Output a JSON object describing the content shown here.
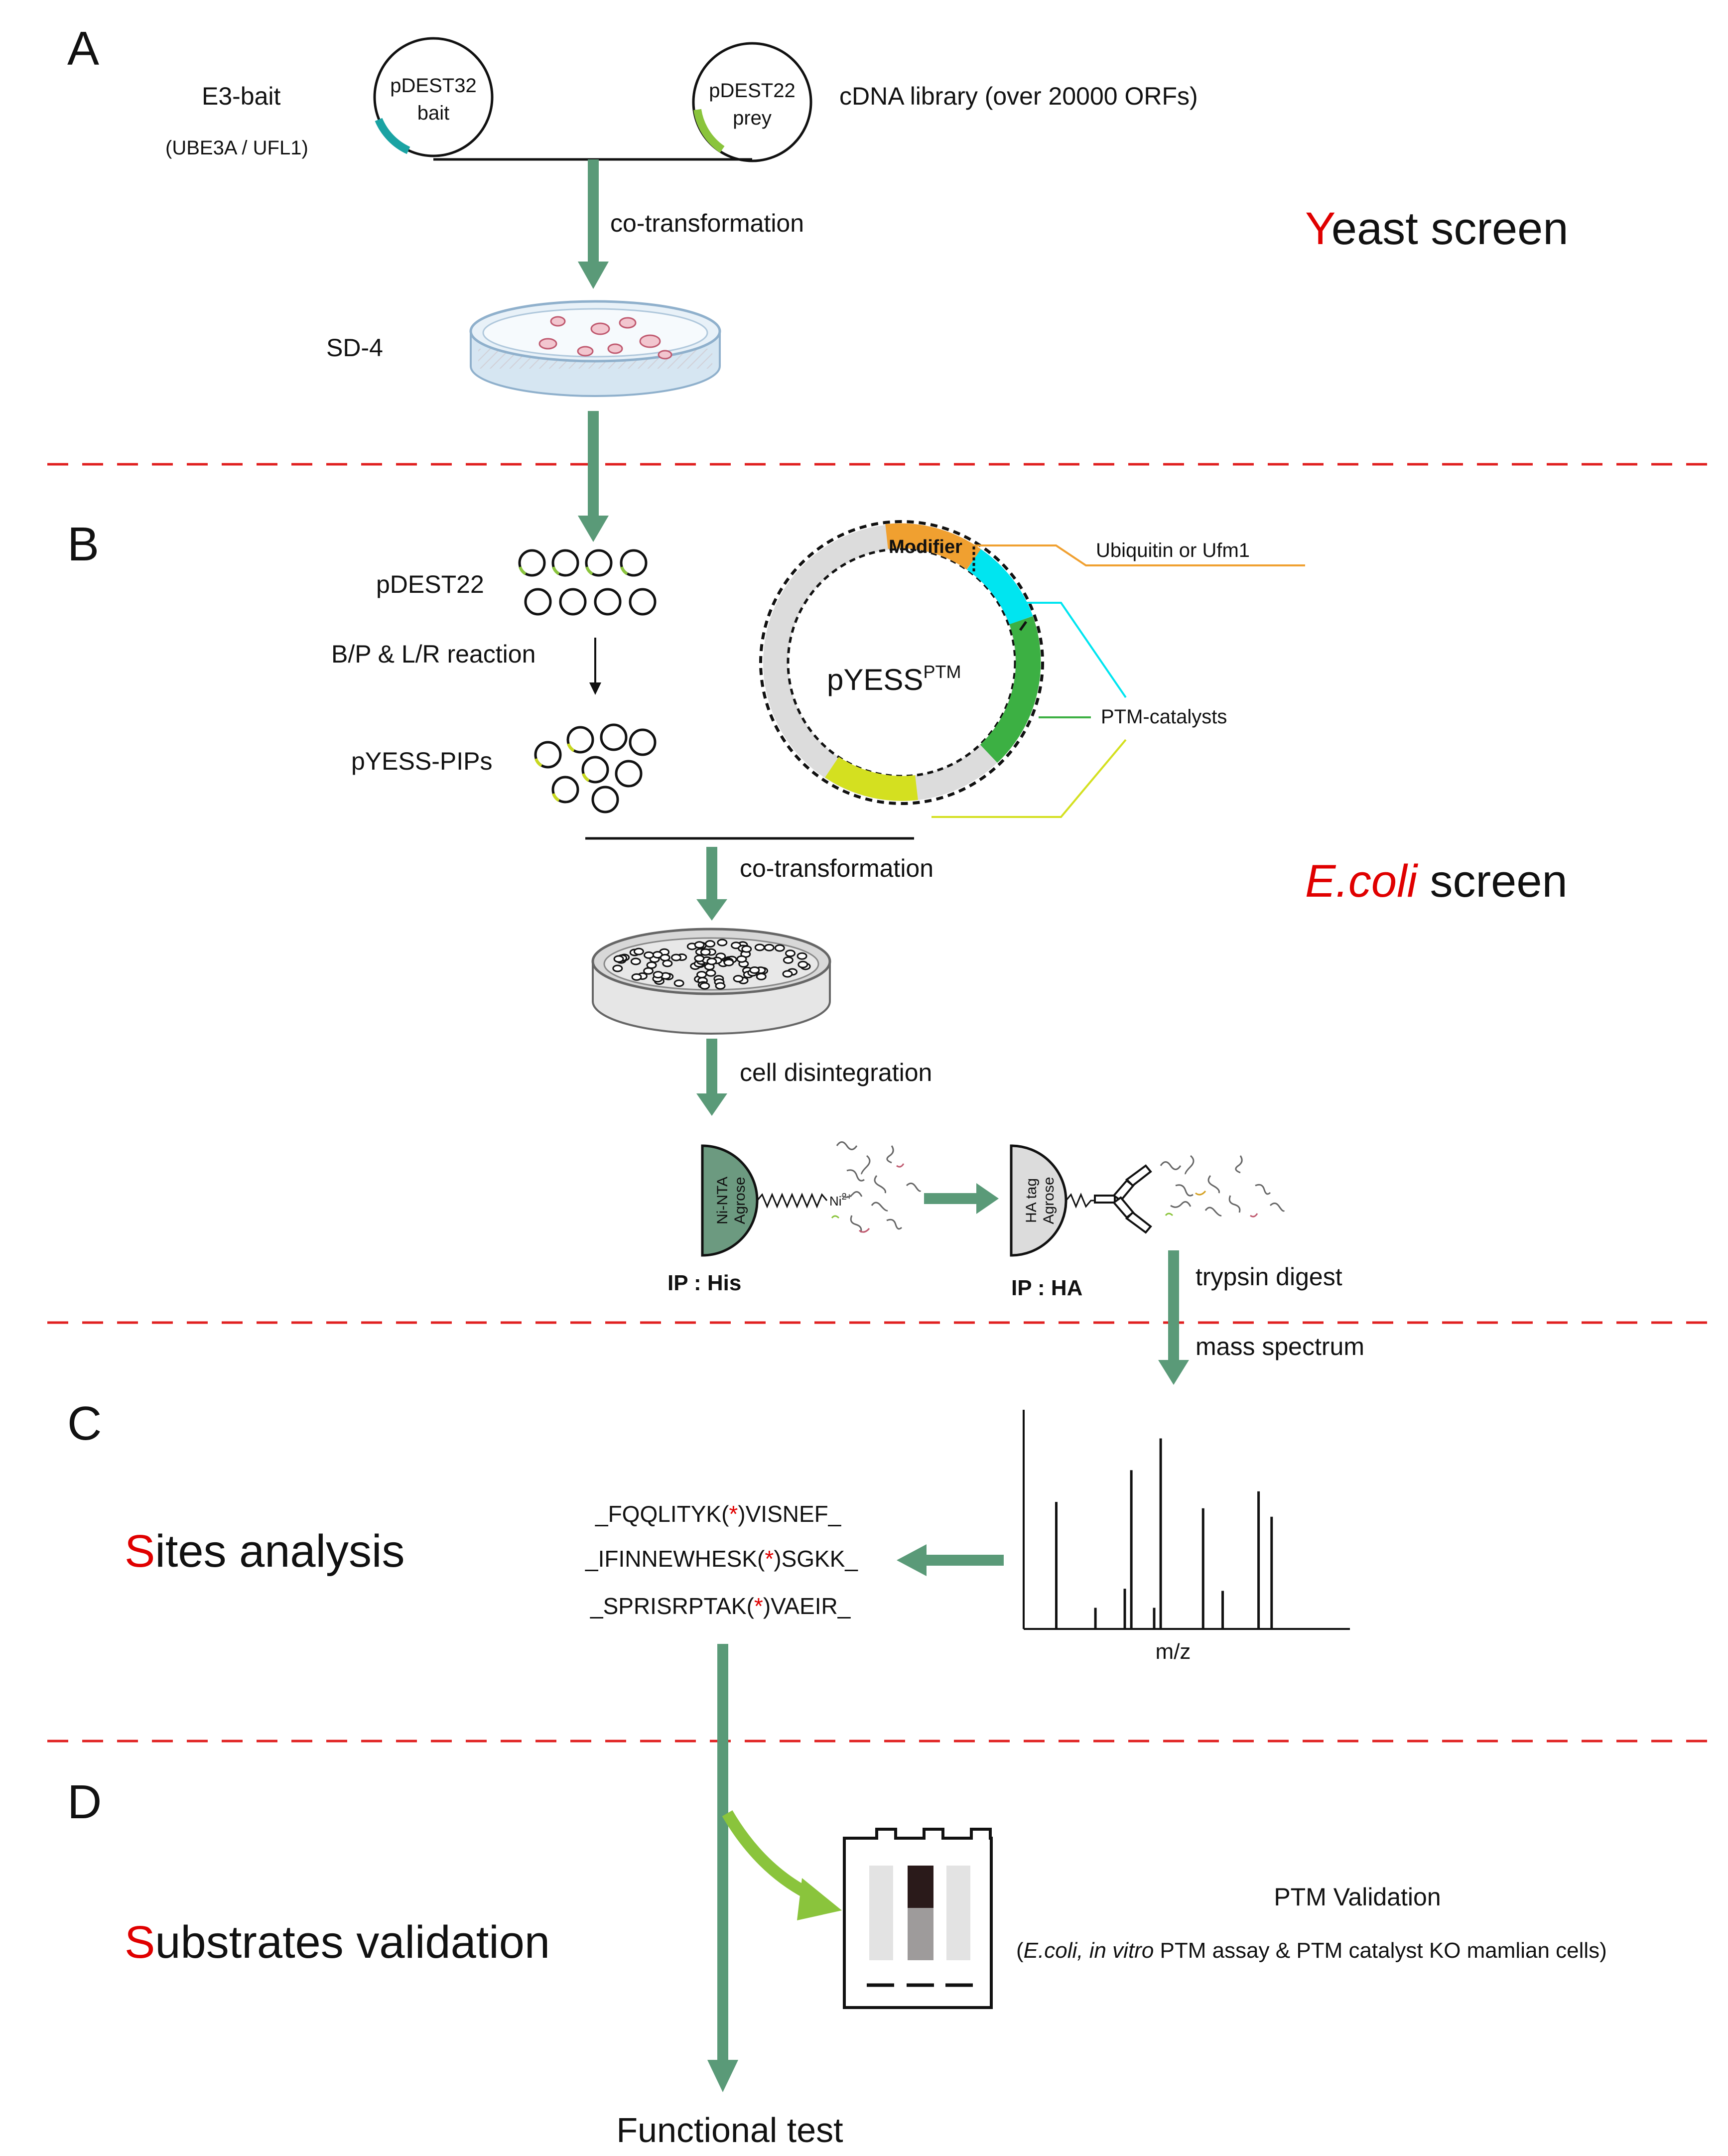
{
  "panels": {
    "a": "A",
    "b": "B",
    "c": "C",
    "d": "D"
  },
  "sectionA": {
    "bait_label": "E3-bait",
    "bait_sub": "(UBE3A / UFL1)",
    "plasmid_bait_line1": "pDEST32",
    "plasmid_bait_line2": "bait",
    "plasmid_prey_line1": "pDEST22",
    "plasmid_prey_line2": "prey",
    "library": "cDNA library (over 20000 ORFs)",
    "step1": "co-transformation",
    "plate": "SD-4",
    "title_first": "Y",
    "title_rest": "east screen"
  },
  "sectionB": {
    "pdest22": "pDEST22",
    "reaction": "B/P & L/R  reaction",
    "pyess_pips": "pYESS-PIPs",
    "modifier": "Modifier",
    "modifier_note": "Ubiquitin or Ufm1",
    "plasmid_main": "pYESS",
    "plasmid_sup": "PTM",
    "catalysts": "PTM-catalysts",
    "step2": "co-transformation",
    "title_first": "E.coli",
    "title_rest": " screen",
    "step3": "cell disintegration",
    "bead1_line1": "Ni-NTA",
    "bead1_line2": "Agrose",
    "ni_label": "Ni",
    "ni_sup": "2+",
    "ip1": "IP : His",
    "bead2_line1": "HA tag",
    "bead2_line2": "Agrose",
    "ip2": "IP : HA",
    "step4a": "trypsin digest",
    "step4b": "mass spectrum"
  },
  "sectionC": {
    "title_first": "S",
    "title_rest": "ites analysis",
    "peptides": [
      {
        "pre": "_FQQLITYK(",
        "star": "*",
        "post": ")VISNEF_"
      },
      {
        "pre": "_IFINNEWHESK(",
        "star": "*",
        "post": ")SGKK_"
      },
      {
        "pre": "_SPRISRPTAK(",
        "star": "*",
        "post": ")VAEIR_"
      }
    ],
    "mz": "m/z"
  },
  "sectionD": {
    "title_first": "S",
    "title_rest": "ubstrates  validation",
    "validation_title": "PTM Validation",
    "validation_paren_open": "(",
    "validation_italic": "E.coli, in vitro",
    "validation_rest": " PTM assay & PTM catalyst KO mamlian cells)",
    "functional": "Functional test"
  },
  "colors": {
    "arrow_green": "#5a9a78",
    "divider_red": "#e02020",
    "modifier_orange": "#f0a030",
    "cyan": "#00e5f0",
    "green": "#3cb043",
    "yellow": "#d4e020",
    "teal_arc": "#1aa3a3",
    "lime_arc": "#8ac43c",
    "bead_green": "#6c9a80"
  },
  "chart_data": {
    "type": "bar",
    "title": "",
    "xlabel": "m/z",
    "ylabel": "",
    "peaks": [
      {
        "x": 0.1,
        "y": 0.6
      },
      {
        "x": 0.22,
        "y": 0.1
      },
      {
        "x": 0.31,
        "y": 0.19
      },
      {
        "x": 0.33,
        "y": 0.75
      },
      {
        "x": 0.4,
        "y": 0.1
      },
      {
        "x": 0.42,
        "y": 0.9
      },
      {
        "x": 0.55,
        "y": 0.57
      },
      {
        "x": 0.61,
        "y": 0.18
      },
      {
        "x": 0.72,
        "y": 0.65
      },
      {
        "x": 0.76,
        "y": 0.53
      }
    ]
  }
}
